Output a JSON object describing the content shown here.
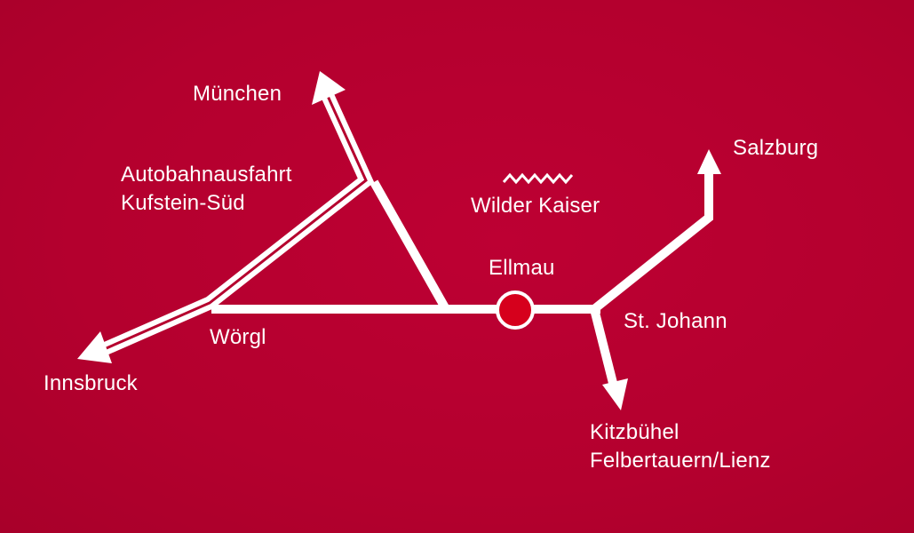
{
  "map": {
    "background_color": "#b5002e",
    "road_color": "#ffffff",
    "marker_color": "#d6001c",
    "labels": {
      "muenchen": "München",
      "exit_line1": "Autobahnausfahrt",
      "exit_line2": "Kufstein-Süd",
      "wilder_kaiser": "Wilder Kaiser",
      "salzburg": "Salzburg",
      "ellmau": "Ellmau",
      "st_johann": "St. Johann",
      "woergl": "Wörgl",
      "innsbruck": "Innsbruck",
      "kitzbuehel": "Kitzbühel",
      "felbertauern": "Felbertauern/Lienz"
    },
    "icons": {
      "mountain": "mountain-zigzag-icon",
      "location": "location-marker-icon"
    }
  }
}
